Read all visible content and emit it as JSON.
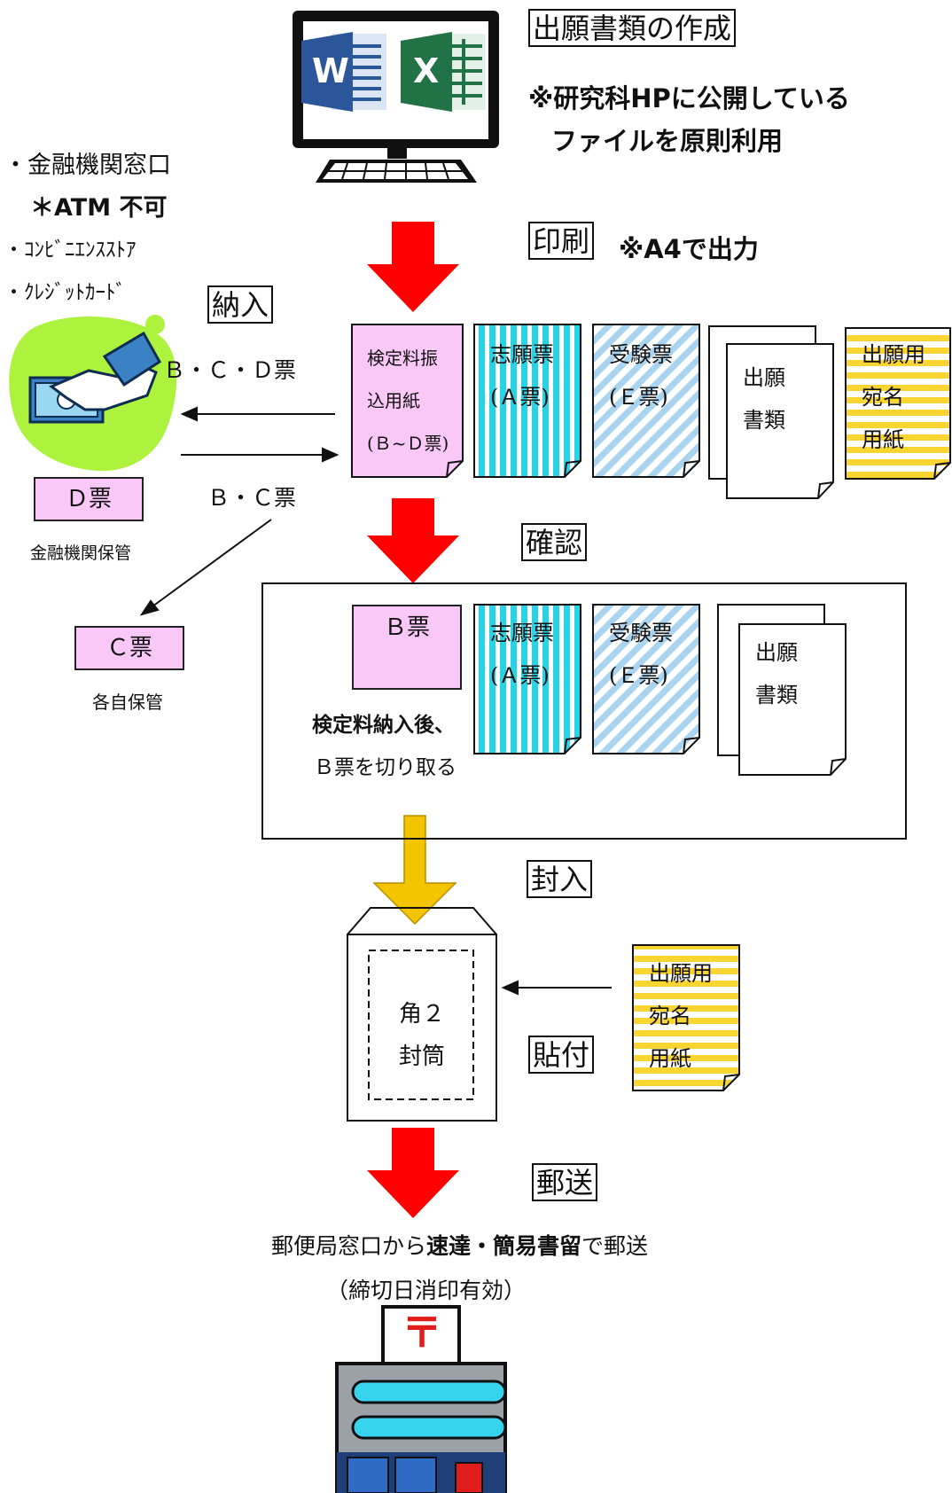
{
  "header": {
    "title": "出願書類の作成",
    "note_line1": "※研究科HPに公開している",
    "note_line2": "ファイルを原則利用"
  },
  "payment_methods": {
    "item1": "・金融機関窓口",
    "item1_note": "＊ATM 不可",
    "item2": "・ｺﾝﾋﾞﾆｴﾝｽｽﾄｱ",
    "item3": "・ｸﾚｼﾞｯﾄｶｰﾄﾞ"
  },
  "steps": {
    "print": "印刷",
    "print_note": "※A4で出力",
    "pay": "納入",
    "confirm": "確認",
    "enclose": "封入",
    "attach": "貼付",
    "mail": "郵送"
  },
  "transfer": {
    "to_bank": "Ｂ・Ｃ・Ｄ票",
    "from_bank": "Ｂ・Ｃ票",
    "d_slip": "Ｄ票",
    "d_keep": "金融機関保管",
    "c_slip": "Ｃ票",
    "c_keep": "各自保管"
  },
  "documents_row1": {
    "payment_form": [
      "検定料振",
      "込用紙",
      "(Ｂ~Ｄ票)"
    ],
    "application_slip": [
      "志願票",
      "(Ａ票)"
    ],
    "exam_slip": [
      "受験票",
      "(Ｅ票)"
    ],
    "application_docs": [
      "出願",
      "書類"
    ],
    "address_label": [
      "出願用",
      "宛名",
      "用紙"
    ]
  },
  "documents_row2": {
    "b_slip": "Ｂ票",
    "application_slip": [
      "志願票",
      "(Ａ票)"
    ],
    "exam_slip": [
      "受験票",
      "(Ｅ票)"
    ],
    "application_docs": [
      "出願",
      "書類"
    ],
    "note_line1": "検定料納入後、",
    "note_line2": "Ｂ票を切り取る"
  },
  "envelope": {
    "label1": "角２",
    "label2": "封筒"
  },
  "address_label2": [
    "出願用",
    "宛名",
    "用紙"
  ],
  "mailing": {
    "line1_a": "郵便局窓口から",
    "line1_b": "速達・簡易書留",
    "line1_c": "で郵送",
    "line2": "（締切日消印有効）"
  },
  "icons": {
    "word": "W",
    "excel": "X",
    "post_symbol": "〒"
  },
  "colors": {
    "red_arrow": "#ff0000",
    "yellow_arrow": "#f5c400",
    "pink": "#f9c8f7",
    "cyan_stripe": "#26d4e6",
    "blue_stripe": "#a9d3ee",
    "yellow_stripe": "#f9d531"
  }
}
